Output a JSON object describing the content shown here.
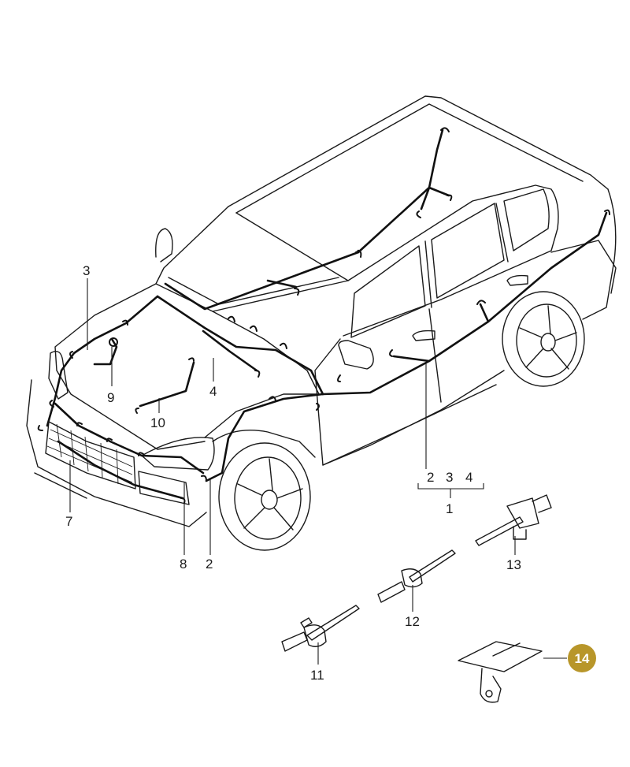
{
  "callouts": {
    "c1": "1",
    "c2a": "2",
    "c2b": "2",
    "c3a": "3",
    "c3b": "3",
    "c4a": "4",
    "c4b": "4",
    "c7": "7",
    "c8": "8",
    "c9": "9",
    "c10": "10",
    "c11": "11",
    "c12": "12",
    "c13": "13",
    "c14": "14"
  },
  "highlight_color": "#b8962a"
}
